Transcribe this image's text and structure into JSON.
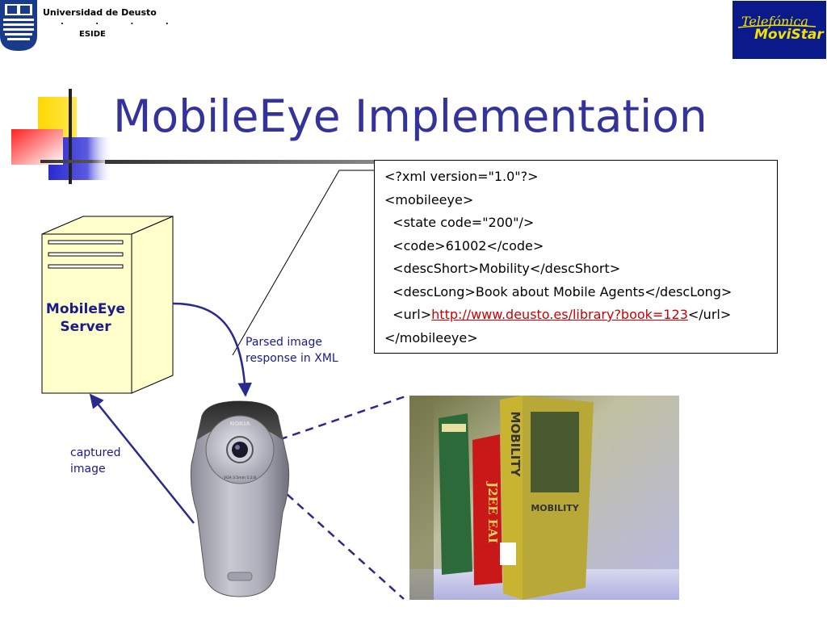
{
  "header": {
    "university_name": "Universidad de Deusto",
    "university_dots": ". . . .",
    "school": "ESIDE",
    "partner_line1": "Telefónica",
    "partner_line2": "MoviStar"
  },
  "slide": {
    "title": "MobileEye Implementation"
  },
  "diagram": {
    "server_label_line1": "MobileEye",
    "server_label_line2": "Server",
    "parsed_label_line1": "Parsed image",
    "parsed_label_line2": "response in XML",
    "captured_label_line1": "captured",
    "captured_label_line2": "image",
    "phone_brand": "NOKIA",
    "phone_lens_text": "VGA 3.5mm 1:2.8"
  },
  "xml": {
    "line1": "<?xml version=\"1.0\"?>",
    "line2": "<mobileeye>",
    "line3": "  <state code=\"200\"/>",
    "line4": "  <code>61002</code>",
    "line5": "  <descShort>Mobility</descShort>",
    "line6": "  <descLong>Book about Mobile Agents</descLong>",
    "line7_prefix": "  <url>",
    "line7_link": "http://www.deusto.es/library?book=123",
    "line7_suffix": "</url>",
    "line8": "</mobileeye>"
  },
  "photo": {
    "book1_spine": "MOBILITY",
    "book2_spine": "J2EE EAI",
    "book1_cover": "MOBILITY"
  },
  "colors": {
    "title": "#333399",
    "arrow": "#2a2a8c",
    "server_fill": "#ffffcc",
    "link": "#cc0000",
    "partner_bg": "#0a1a8a",
    "partner_text": "#f2e100"
  }
}
